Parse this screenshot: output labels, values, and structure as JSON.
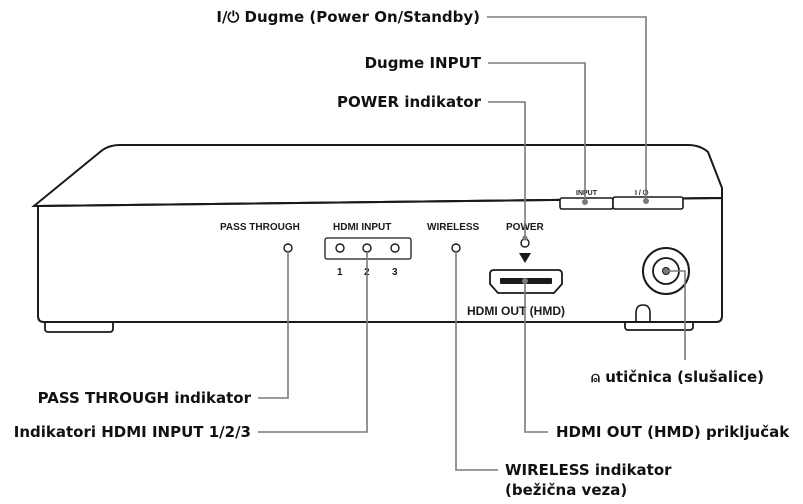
{
  "panel": {
    "pass_through": "PASS THROUGH",
    "hdmi_input": "HDMI INPUT",
    "hdmi_input_num_1": "1",
    "hdmi_input_num_2": "2",
    "hdmi_input_num_3": "3",
    "wireless": "WIRELESS",
    "power": "POWER",
    "hdmi_out": "HDMI OUT (HMD)",
    "input_button": "INPUT",
    "power_button": "I / ⏻"
  },
  "callouts": {
    "power_standby_button": "I/⏻ Dugme (Power On/Standby)",
    "input_button": "Dugme INPUT",
    "power_indicator": "POWER indikator",
    "pass_through_indicator": "PASS THROUGH indikator",
    "hdmi_input_indicators": "Indikatori HDMI INPUT 1/2/3",
    "headphone_jack": "⍝ utičnica (slušalice)",
    "hdmi_out_connector": "HDMI OUT (HMD) priključak",
    "wireless_indicator_line1": "WIRELESS indikator",
    "wireless_indicator_line2": "(bežična veza)"
  }
}
